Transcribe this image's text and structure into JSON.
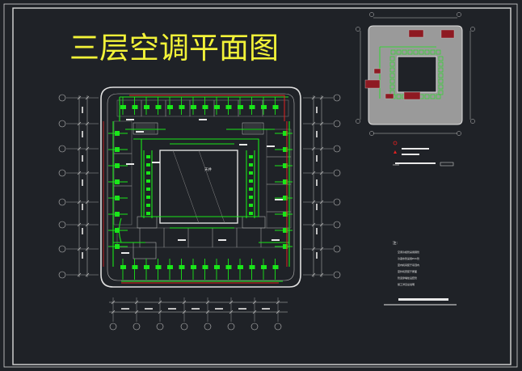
{
  "drawing": {
    "title": "三层空调平面图",
    "center_label": "天井",
    "notes_heading": "注:",
    "notes": [
      "空调冷媒管采用铜管",
      "冷凝水管采用PVC管",
      "室内机吊装于吊顶内",
      "室外机安装于屋面",
      "管道穿墙处设套管",
      "施工详见总说明"
    ]
  },
  "colors": {
    "background": "#1f2227",
    "frame": "#d8d8d8",
    "wall": "#e0e0e0",
    "duct": "#19e619",
    "unit": "#19e619",
    "pipe": "#e02020",
    "equipment": "#8e1a22",
    "text": "#e8e8e8",
    "title": "#f2f238",
    "dim": "#c0c0c0",
    "inset_fill": "#9a9a9a"
  }
}
